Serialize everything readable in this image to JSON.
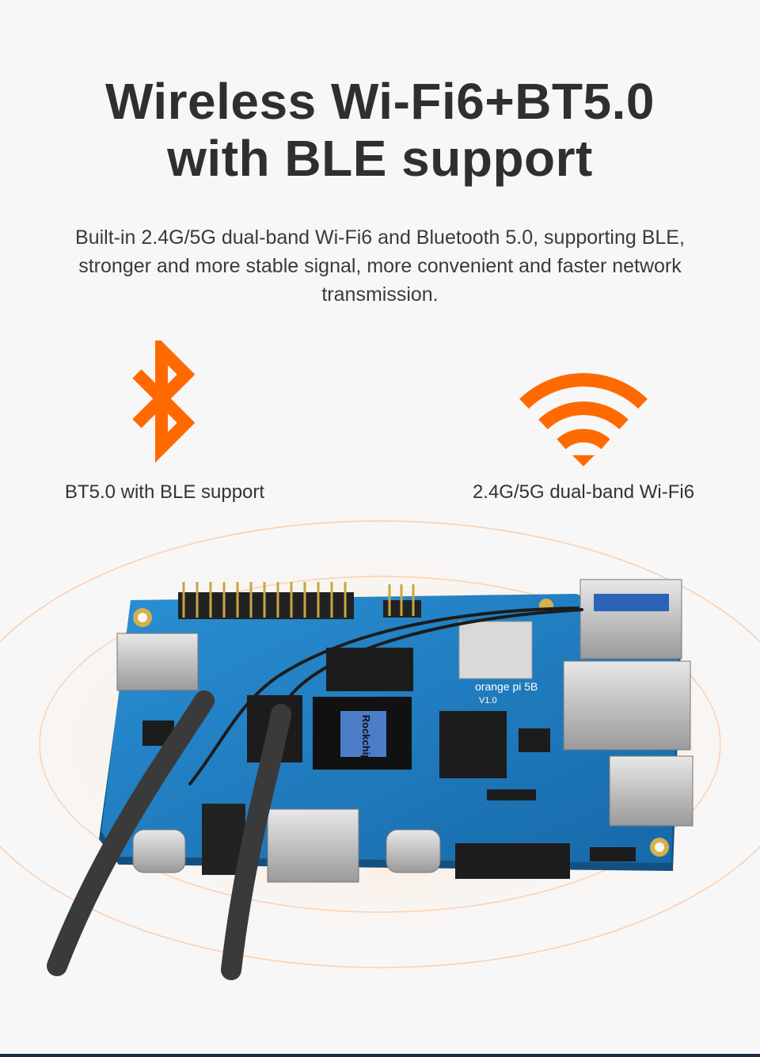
{
  "headline": {
    "line1": "Wireless Wi-Fi6+BT5.0",
    "line2": "with BLE support"
  },
  "description": {
    "line1": "Built-in 2.4G/5G dual-band Wi-Fi6 and Bluetooth 5.0, supporting BLE,",
    "line2": "stronger and more stable signal, more convenient and faster network",
    "line3": "transmission."
  },
  "features": [
    {
      "icon": "bluetooth-icon",
      "label": "BT5.0 with BLE support"
    },
    {
      "icon": "wifi-icon",
      "label": "2.4G/5G dual-band Wi-Fi6"
    }
  ],
  "board": {
    "silkscreen": "orange pi 5B",
    "soc_brand": "Rockchip",
    "version": "V1.0"
  },
  "colors": {
    "accent": "#ff6a00",
    "background": "#f7f7f7",
    "pcb_blue": "#1e7fc4",
    "text": "#2f2f2f"
  }
}
